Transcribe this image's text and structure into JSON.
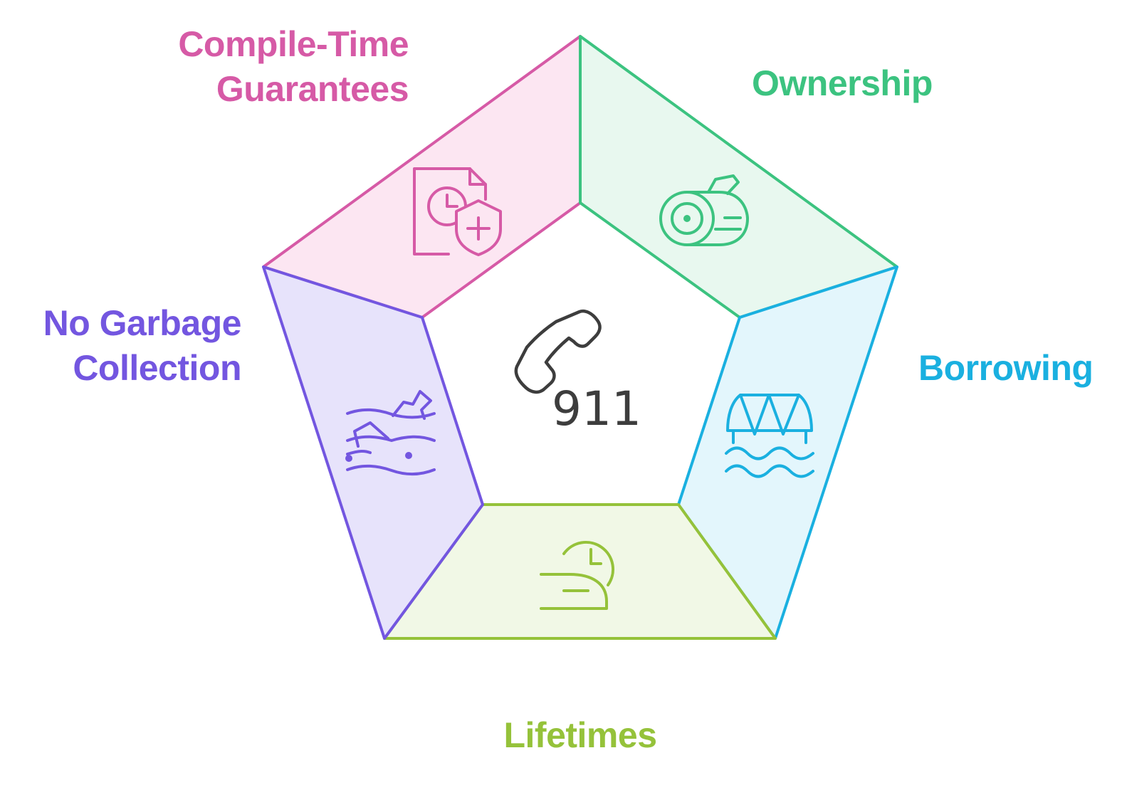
{
  "center": {
    "icon": "phone-icon",
    "text": "911"
  },
  "segments": [
    {
      "key": "compile",
      "lines": [
        "Compile-Time",
        "Guarantees"
      ],
      "icon": "document-clock-shield-icon",
      "color": "#d65aa6",
      "fill": "#fce6f2"
    },
    {
      "key": "ownership",
      "lines": [
        "Ownership"
      ],
      "icon": "log-target-icon",
      "color": "#3cc380",
      "fill": "#e8f8ef"
    },
    {
      "key": "borrowing",
      "lines": [
        "Borrowing"
      ],
      "icon": "bridge-water-icon",
      "color": "#1ab0e0",
      "fill": "#e3f6fc"
    },
    {
      "key": "lifetimes",
      "lines": [
        "Lifetimes"
      ],
      "icon": "fast-clock-icon",
      "color": "#95c23a",
      "fill": "#f1f8e6"
    },
    {
      "key": "nogc",
      "lines": [
        "No Garbage",
        "Collection"
      ],
      "icon": "bottle-waves-icon",
      "color": "#7356e0",
      "fill": "#e7e3fb"
    }
  ]
}
